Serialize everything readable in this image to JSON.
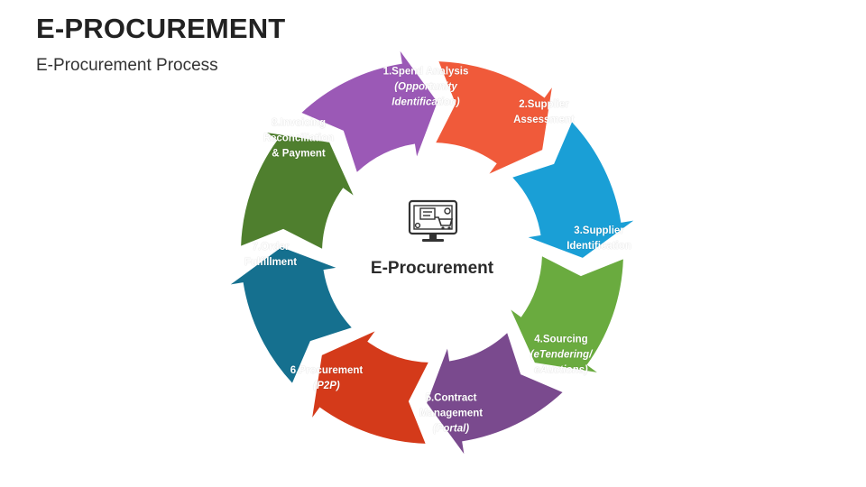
{
  "header": {
    "title": "E-PROCUREMENT",
    "subtitle": "E-Procurement Process"
  },
  "center": {
    "label": "E-Procurement",
    "icon": "computer-shopping-cart-icon"
  },
  "colors": {
    "step1": "#9b59b6",
    "step2": "#f05a3a",
    "step3": "#1a9fd6",
    "step4": "#6aab3f",
    "step5": "#7a4a8e",
    "step6": "#d43a1a",
    "step7": "#15708f",
    "step8": "#4f7f2e"
  },
  "steps": [
    {
      "lines": [
        "1.Spend Analysis"
      ],
      "italic": [
        "(Opportunity",
        "Identification)"
      ]
    },
    {
      "lines": [
        "2.Supplier",
        "Assessment"
      ],
      "italic": []
    },
    {
      "lines": [
        "3.Supplier",
        "Identification"
      ],
      "italic": []
    },
    {
      "lines": [
        "4.Sourcing"
      ],
      "italic": [
        "(eTendering/",
        "eAuctions)"
      ]
    },
    {
      "lines": [
        "5.Contract",
        "Management"
      ],
      "italic": [
        "(Portal)"
      ]
    },
    {
      "lines": [
        "6.Procurement"
      ],
      "italic": [
        "(P2P)"
      ]
    },
    {
      "lines": [
        "7.Order",
        "Fulfillment"
      ],
      "italic": []
    },
    {
      "lines": [
        "8.Invoicing",
        "Reconciliation",
        "& Payment"
      ],
      "italic": []
    }
  ]
}
